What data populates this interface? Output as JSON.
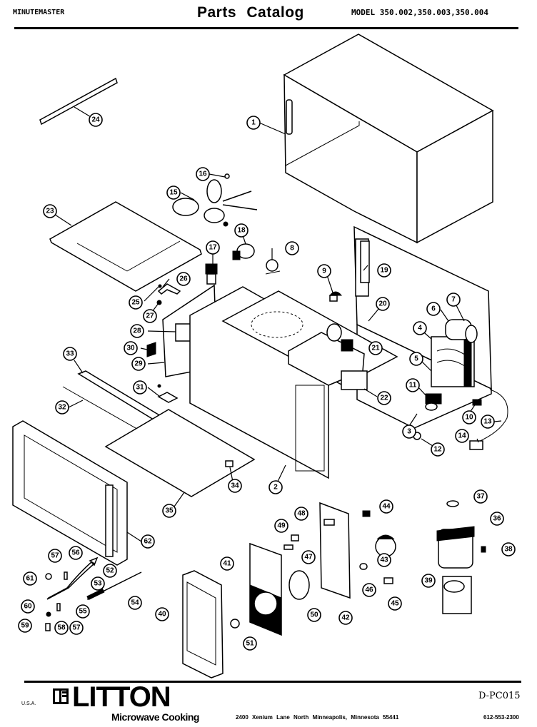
{
  "header": {
    "brand_line": "MINUTEMASTER",
    "title": "Parts Catalog",
    "model": "MODEL 350.002,350.003,350.004"
  },
  "diagram": {
    "type": "exploded-parts-view",
    "callouts": [
      "1",
      "2",
      "3",
      "4",
      "5",
      "6",
      "7",
      "8",
      "9",
      "10",
      "11",
      "12",
      "13",
      "14",
      "15",
      "16",
      "17",
      "18",
      "19",
      "20",
      "21",
      "22",
      "23",
      "24",
      "25",
      "26",
      "27",
      "28",
      "29",
      "30",
      "31",
      "32",
      "33",
      "34",
      "35",
      "36",
      "37",
      "38",
      "39",
      "40",
      "41",
      "42",
      "43",
      "44",
      "45",
      "46",
      "47",
      "48",
      "49",
      "50",
      "51",
      "52",
      "53",
      "54",
      "55",
      "56",
      "57",
      "57",
      "58",
      "59",
      "60",
      "61",
      "62"
    ]
  },
  "footer": {
    "country": "U.S.A.",
    "logo_name": "LITTON",
    "logo_subtitle": "Microwave Cooking",
    "address": "2400 Xenium Lane North Minneapolis, Minnesota 55441",
    "doc_number": "D-PC015",
    "phone": "612-553-2300"
  }
}
